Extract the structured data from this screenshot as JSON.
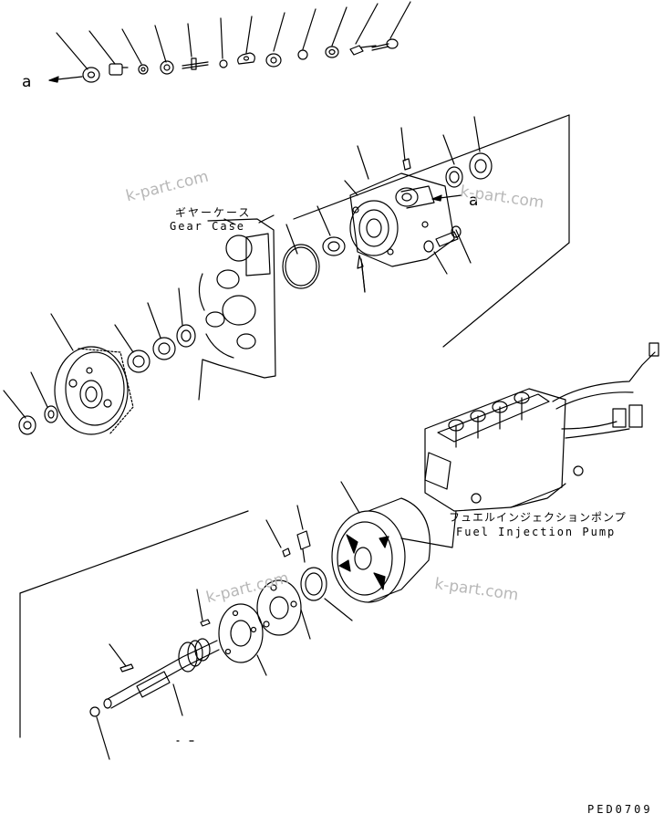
{
  "labels": {
    "gear_case_jp": "ギヤーケース",
    "gear_case_en": "Gear Case",
    "pump_jp": "フュエルインジェクションポンプ",
    "pump_en": "Fuel Injection Pump",
    "ref_a_left": "a",
    "ref_a_right": "a",
    "figure_code": "PED0709"
  },
  "watermark": "k-part.com",
  "colors": {
    "line": "#000000",
    "watermark": "#b8b8b8"
  }
}
